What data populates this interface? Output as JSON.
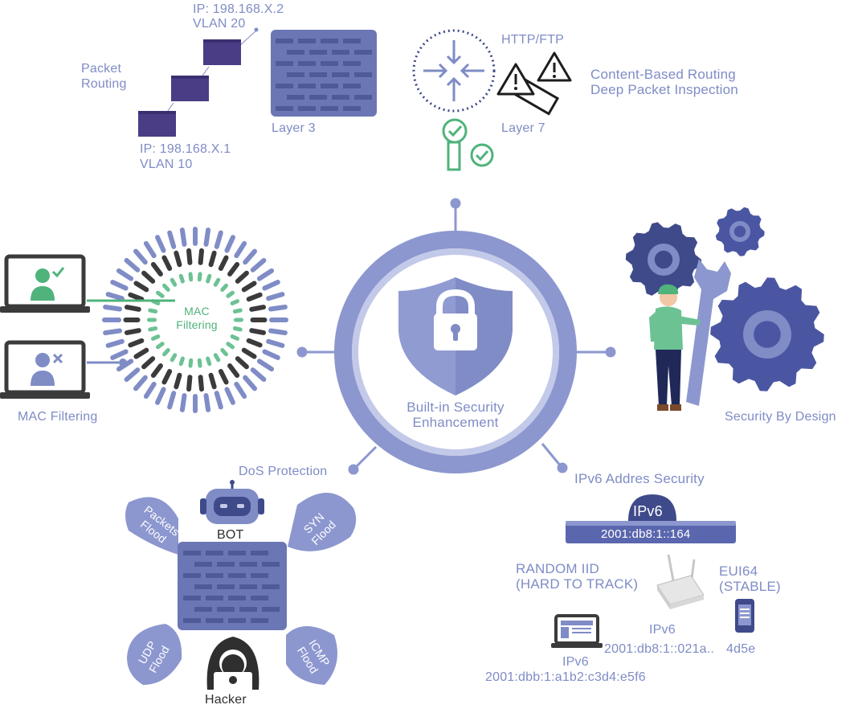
{
  "center": {
    "line1": "Built-in Security",
    "line2": "Enhancement"
  },
  "layer3": {
    "ip_top": "IP: 198.168.X.2",
    "vlan_top": "VLAN 20",
    "packet_line1": "Packet",
    "packet_line2": "Routing",
    "ip_bottom": "IP: 198.168.X.1",
    "vlan_bottom": "VLAN 10",
    "label": "Layer 3"
  },
  "layer7": {
    "protocol": "HTTP/FTP",
    "feature1": "Content-Based Routing",
    "feature2": "Deep Packet Inspection",
    "label": "Layer 7"
  },
  "mac": {
    "inner_line1": "MAC",
    "inner_line2": "Filtering",
    "label": "MAC Filtering"
  },
  "design": {
    "label": "Security By Design"
  },
  "dos": {
    "label": "DoS Protection",
    "bot": "BOT",
    "hacker": "Hacker",
    "packets_flood_1": "Packets",
    "packets_flood_2": "Flood",
    "syn_flood_1": "SYN",
    "syn_flood_2": "Flood",
    "udp_flood_1": "UDP",
    "udp_flood_2": "Flood",
    "icmp_flood_1": "ICMP",
    "icmp_flood_2": "Flood"
  },
  "ipv6": {
    "label": "IPv6 Addres Security",
    "badge": "IPv6",
    "bar_address": "2001:db8:1::164",
    "random_iid_1": "RANDOM IID",
    "random_iid_2": "(HARD TO TRACK)",
    "eui64_1": "EUI64",
    "eui64_2": "(STABLE)",
    "router_proto": "IPv6",
    "router_address": "2001:db8:1::021a..",
    "phone_address": "4d5e",
    "laptop_proto": "IPv6",
    "laptop_address": "2001:dbb:1:a1b2:c3d4:e5f6"
  },
  "colors": {
    "primary": "#7f8cc6",
    "ring": "#8c97cf",
    "ring_light": "#c3c9e8",
    "dark_blue": "#3f4a8a",
    "gear": "#4b56a3",
    "green": "#4fb37b",
    "wall": "#6b76b5",
    "dark": "#2f2f2f"
  }
}
